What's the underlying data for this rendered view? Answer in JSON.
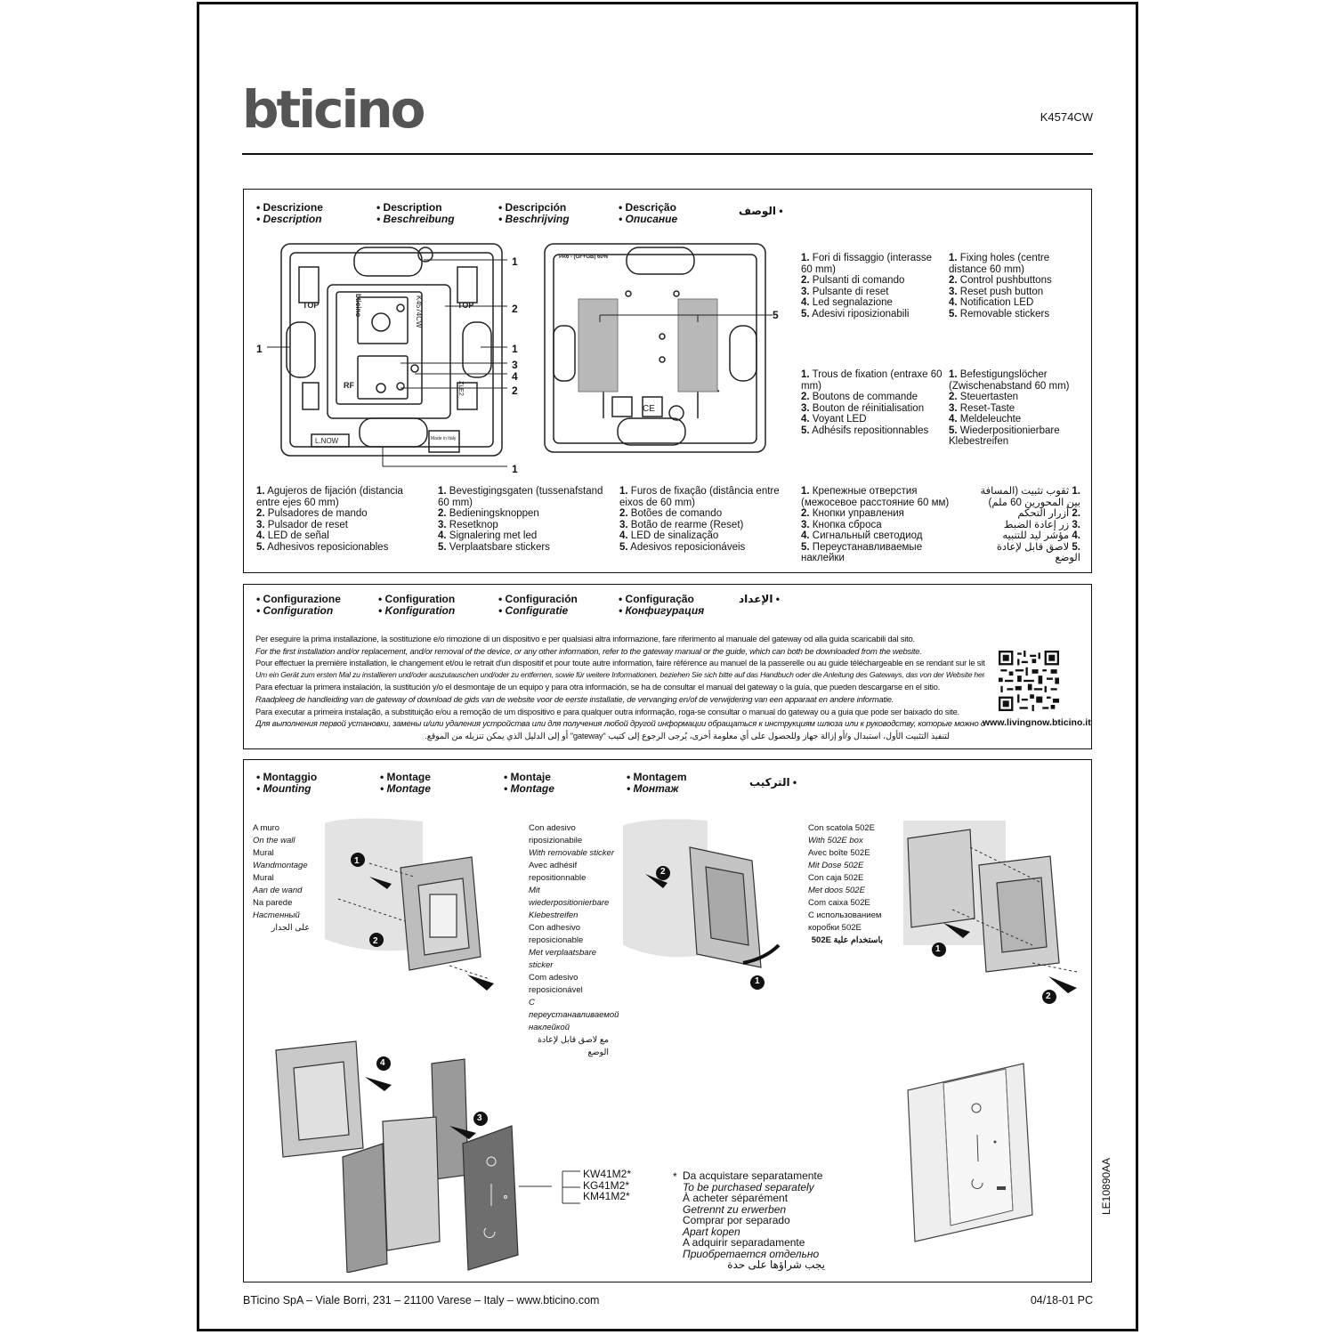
{
  "brand": "bticino",
  "product_code": "K4574CW",
  "description": {
    "headings": [
      {
        "main": "• Descrizione",
        "sub": "• Description"
      },
      {
        "main": "• Description",
        "sub": "• Beschreibung"
      },
      {
        "main": "• Descripción",
        "sub": "• Beschrijving"
      },
      {
        "main": "• Descrição",
        "sub": "• Описание"
      },
      {
        "main": "الوصف •",
        "sub": ""
      }
    ],
    "callouts": [
      "1",
      "2",
      "1",
      "1",
      "3",
      "4",
      "2",
      "1",
      "5"
    ],
    "diagram_labels": {
      "top_left": "TOP",
      "top_right": "TOP",
      "rf": "RF",
      "model": "K4574CW",
      "brand_small": "bticino",
      "lnow": "L.NOW",
      "made_in": "Made in Italy",
      "zle": "ZLE2",
      "pa": "PA6 - (GF+GB) 60%",
      "ce": "CE"
    },
    "lists": {
      "it": [
        "Fori di fissaggio (interasse 60 mm)",
        "Pulsanti di comando",
        "Pulsante di reset",
        "Led segnalazione",
        "Adesivi riposizionabili"
      ],
      "en": [
        "Fixing holes (centre distance 60 mm)",
        "Control pushbuttons",
        "Reset push button",
        "Notification LED",
        "Removable stickers"
      ],
      "fr": [
        "Trous de fixation (entraxe 60 mm)",
        "Boutons de commande",
        "Bouton de réinitialisation",
        "Voyant LED",
        "Adhésifs repositionnables"
      ],
      "de": [
        "Befestigungslöcher (Zwischenabstand 60 mm)",
        "Steuertasten",
        "Reset-Taste",
        "Meldeleuchte",
        "Wiederpositionierbare Klebestreifen"
      ],
      "es": [
        "Agujeros de fijación (distancia entre ejes 60 mm)",
        "Pulsadores de mando",
        "Pulsador de reset",
        "LED de señal",
        "Adhesivos reposicionables"
      ],
      "nl": [
        "Bevestigingsgaten (tussenafstand 60 mm)",
        "Bedieningsknoppen",
        "Resetknop",
        "Signalering met led",
        "Verplaatsbare stickers"
      ],
      "pt": [
        "Furos de fixação (distância entre eixos de 60 mm)",
        "Botões de comando",
        "Botão de rearme (Reset)",
        "LED de sinalização",
        "Adesivos reposicionáveis"
      ],
      "ru": [
        "Крепежные отверстия (межосевое расстояние 60 мм)",
        "Кнопки управления",
        "Кнопка сброса",
        "Сигнальный светодиод",
        "Переустанавливаемые наклейки"
      ],
      "ar": [
        "ثقوب تثبيت (المسافة بين المحورين 60 ملم)",
        "أزرار التحكم",
        "زر إعادة الضبط",
        "مؤشر ليد للتنبيه",
        "لاصق قابل لإعادة الوضع"
      ]
    }
  },
  "configuration": {
    "headings": [
      {
        "main": "• Configurazione",
        "sub": "• Configuration"
      },
      {
        "main": "• Configuration",
        "sub": "• Konfiguration"
      },
      {
        "main": "• Configuración",
        "sub": "• Configuratie"
      },
      {
        "main": "• Configuração",
        "sub": "• Конфигурация"
      },
      {
        "main": "الإعداد •",
        "sub": ""
      }
    ],
    "paragraphs": [
      "Per eseguire la prima installazione, la sostituzione e/o rimozione di un dispositivo e per qualsiasi altra informazione, fare riferimento al manuale del gateway od alla guida scaricabili dal sito.",
      "For the first installation and/or replacement, and/or removal of the device, or any other information, refer to the gateway manual or the guide, which can both be downloaded from the website.",
      "Pour effectuer la première installation, le changement et/ou le retrait d'un dispositif et pour toute autre information, faire référence au manuel de la passerelle ou au guide téléchargeable en se rendant sur le site.",
      "Um ein Gerät zum ersten Mal zu installieren und/oder auszutauschen und/oder zu entfernen, sowie für weitere Informationen, beziehen Sie sich bitte auf das Handbuch oder die Anleitung des Gateways, das von der Website heruntergeladen werden kann.",
      "Para efectuar la primera instalación, la sustitución y/o el desmontaje de un equipo y para otra información, se ha de consultar el manual del gateway o la guía, que pueden descargarse en el sitio.",
      "Raadpleeg de handleiding van de gateway of download de gids van de website voor de eerste installatie, de vervanging en/of de verwijdering van een apparaat en andere informatie.",
      "Para executar a primeira instalação, a substituição e/ou a remoção de um dispositivo e para qualquer outra informação, roga-se consultar o manual do gateway ou a guia que pode ser baixado do site.",
      "Для выполнения первой установки, замены и/или удаления устройства или для получения любой другой информации обращаться к инструкциям шлюза или к руководству, которые можно скачать на сайте.",
      "لتنفيذ التثبيت الأول، استبدال و/أو إزالة جهاز وللحصول على أي معلومة أخرى، يُرجى الرجوع إلى كتيب \"gateway\" أو إلى الدليل الذي يمكن تنزيله من الموقع."
    ],
    "url": "www.livingnow.bticino.it"
  },
  "mounting": {
    "headings": [
      {
        "main": "• Montaggio",
        "sub": "• Mounting"
      },
      {
        "main": "• Montage",
        "sub": "• Montage"
      },
      {
        "main": "• Montaje",
        "sub": "• Montage"
      },
      {
        "main": "• Montagem",
        "sub": "• Монтаж"
      },
      {
        "main": "التركيب •",
        "sub": ""
      }
    ],
    "wall": [
      "A muro",
      "On the wall",
      "Mural",
      "Wandmontage",
      "Mural",
      "Aan de wand",
      "Na parede",
      "Настенный",
      "على الجدار"
    ],
    "sticker": [
      "Con adesivo riposizionabile",
      "With removable sticker",
      "Avec adhésif repositionnable",
      "Mit wiederpositionierbare Klebestreifen",
      "Con adhesivo reposicionable",
      "Met verplaatsbare sticker",
      "Com adesivo reposicionável",
      "С переустанавливаемой наклейкой",
      "مع لاصق قابل لإعادة الوضع"
    ],
    "box": [
      "Con scatola 502E",
      "With 502E box",
      "Avec boîte 502E",
      "Mit Dose 502E",
      "Con caja 502E",
      "Met doos 502E",
      "Com caixa 502E",
      "С использованием коробки 502E",
      "باستخدام علبة 502E"
    ],
    "plate_codes": [
      "KW41M2*",
      "KG41M2*",
      "KM41M2*"
    ],
    "separately_star": "*",
    "separately": [
      "Da acquistare separatamente",
      "To be purchased separately",
      "À acheter séparément",
      "Getrennt zu erwerben",
      "Comprar por separado",
      "Apart kopen",
      "A adquirir separadamente",
      "Приобретается отдельно",
      "يجب شراؤها على حدة"
    ],
    "steps": [
      "1",
      "2",
      "2",
      "1",
      "1",
      "2",
      "4",
      "3"
    ]
  },
  "footer": {
    "address": "BTicino SpA – Viale Borri, 231 – 21100 Varese – Italy – www.bticino.com",
    "date_code": "04/18-01 PC",
    "doc_code": "LE10890AA"
  }
}
